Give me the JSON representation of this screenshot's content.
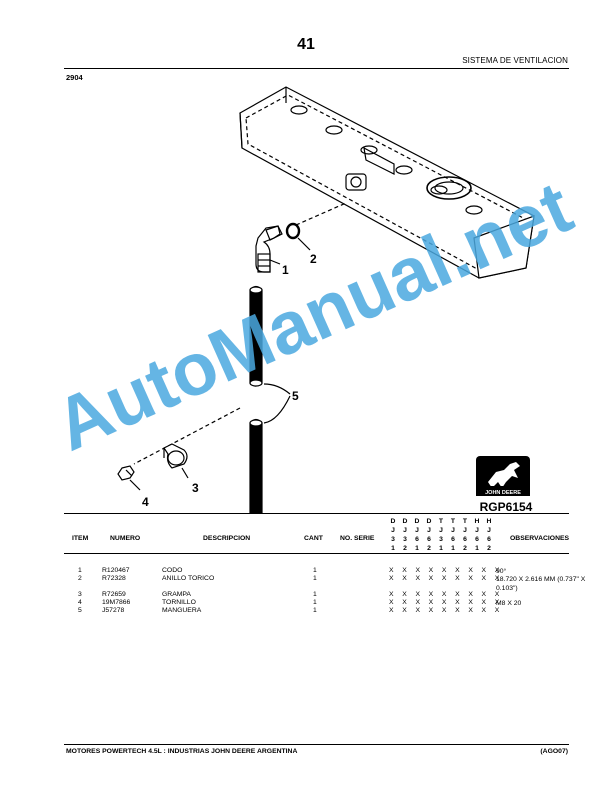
{
  "page": {
    "number": "41",
    "section_title": "SISTEMA DE VENTILACION",
    "code": "2904"
  },
  "illustration": {
    "callouts": [
      "1",
      "2",
      "3",
      "4",
      "5"
    ],
    "logo_text": "JOHN DEERE",
    "figure_id": "RGP6154",
    "watermark": "AutoManual.net",
    "colors": {
      "line": "#000000",
      "watermark": "#4aa8df"
    }
  },
  "table": {
    "headers": {
      "item": "ITEM",
      "numero": "NUMERO",
      "descripcion": "DESCRIPCION",
      "cant": "CANT",
      "no_serie": "NO. SERIE",
      "observaciones": "OBSERVACIONES"
    },
    "serial_columns": [
      [
        "D",
        "J",
        "3",
        "1"
      ],
      [
        "D",
        "J",
        "3",
        "2"
      ],
      [
        "D",
        "J",
        "6",
        "1"
      ],
      [
        "D",
        "J",
        "6",
        "2"
      ],
      [
        "T",
        "J",
        "3",
        "1"
      ],
      [
        "T",
        "J",
        "6",
        "1"
      ],
      [
        "T",
        "J",
        "6",
        "2"
      ],
      [
        "H",
        "J",
        "6",
        "1"
      ],
      [
        "H",
        "J",
        "6",
        "2"
      ]
    ],
    "rows": [
      {
        "item": "1",
        "numero": "R120467",
        "descripcion": "CODO",
        "cant": "1",
        "no_serie": "",
        "marks": "X X X X X X X X X",
        "obs": "90°"
      },
      {
        "item": "2",
        "numero": "R72328",
        "descripcion": "ANILLO TORICO",
        "cant": "1",
        "no_serie": "",
        "marks": "X X X X X X X X X",
        "obs": "18.720 X 2.616 MM (0.737\" X 0.103\")"
      },
      {
        "item": "3",
        "numero": "R72659",
        "descripcion": "GRAMPA",
        "cant": "1",
        "no_serie": "",
        "marks": "X X X X X X X X X",
        "obs": ""
      },
      {
        "item": "4",
        "numero": "19M7866",
        "descripcion": "TORNILLO",
        "cant": "1",
        "no_serie": "",
        "marks": "X X X X X X X X X",
        "obs": "M8 X 20"
      },
      {
        "item": "5",
        "numero": "J57278",
        "descripcion": "MANGUERA",
        "cant": "1",
        "no_serie": "",
        "marks": "X X X X X X X X X",
        "obs": ""
      }
    ]
  },
  "footer": {
    "left": "MOTORES POWERTECH 4.5L : INDUSTRIAS JOHN DEERE ARGENTINA",
    "right": "(AGO07)"
  }
}
